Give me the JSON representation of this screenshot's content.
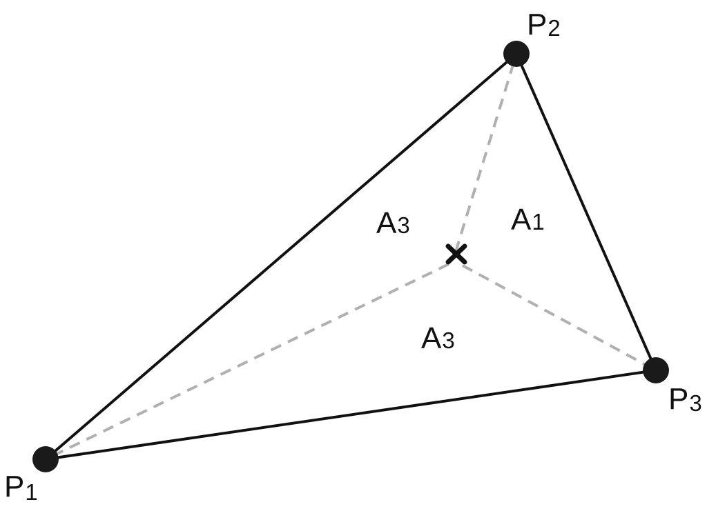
{
  "diagram": {
    "vertices": [
      {
        "id": "P1",
        "letter": "P",
        "index": "1"
      },
      {
        "id": "P2",
        "letter": "P",
        "index": "2"
      },
      {
        "id": "P3",
        "letter": "P",
        "index": "3"
      }
    ],
    "regions": [
      {
        "id": "upper-left",
        "letter": "A",
        "index": "3"
      },
      {
        "id": "right",
        "letter": "A",
        "index": "1"
      },
      {
        "id": "bottom",
        "letter": "A",
        "index": "3"
      }
    ],
    "point_marker": "x",
    "colors": {
      "edge": "#111111",
      "dashed": "#b0b0b0",
      "vertex": "#1a1a1a",
      "text": "#111111"
    }
  }
}
